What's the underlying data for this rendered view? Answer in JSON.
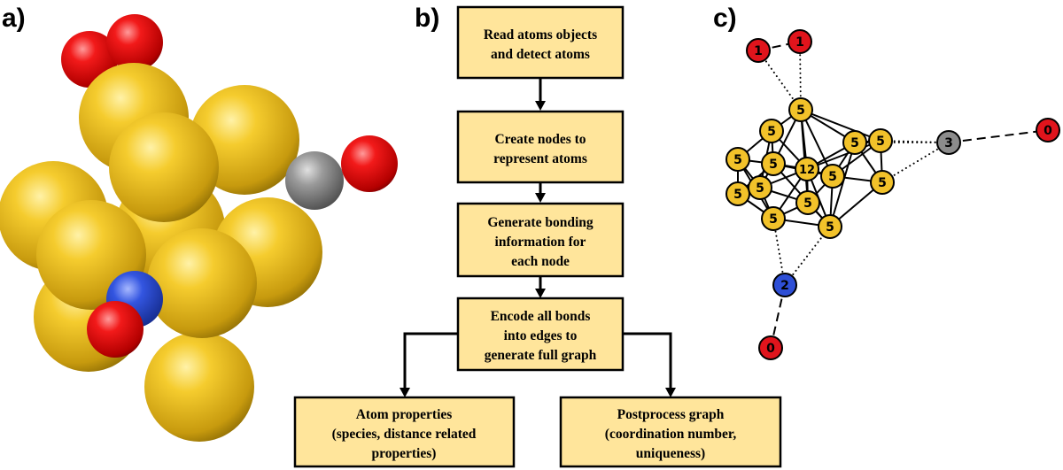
{
  "panels": {
    "a": "a)",
    "b": "b)",
    "c": "c)"
  },
  "colors": {
    "gold": "#f2c22a",
    "oxygen": "#e0141c",
    "carbon": "#8c8c8c",
    "nitrogen": "#2e4fd6",
    "box_fill": "#ffe59b",
    "box_border": "#000000"
  },
  "flowchart": {
    "steps": [
      {
        "id": "read",
        "lines": [
          "Read atoms objects",
          "and detect atoms"
        ]
      },
      {
        "id": "nodes",
        "lines": [
          "Create nodes to",
          "represent atoms"
        ]
      },
      {
        "id": "bonding",
        "lines": [
          "Generate bonding",
          "information for",
          "each node"
        ]
      },
      {
        "id": "encode",
        "lines": [
          "Encode all bonds",
          "into edges to",
          "generate full graph"
        ]
      },
      {
        "id": "atom-props",
        "lines": [
          "Atom properties",
          "(species, distance related",
          "properties)"
        ]
      },
      {
        "id": "postprocess",
        "lines": [
          "Postprocess graph",
          "(coordination number,",
          "uniqueness)"
        ]
      }
    ]
  },
  "graph": {
    "nodes": [
      {
        "id": "o1a",
        "label": "1",
        "species": "oxygen"
      },
      {
        "id": "o1b",
        "label": "1",
        "species": "oxygen"
      },
      {
        "id": "o0r",
        "label": "0",
        "species": "oxygen"
      },
      {
        "id": "o0b",
        "label": "0",
        "species": "oxygen"
      },
      {
        "id": "c3",
        "label": "3",
        "species": "carbon"
      },
      {
        "id": "n2",
        "label": "2",
        "species": "nitrogen"
      },
      {
        "id": "g12",
        "label": "12",
        "species": "gold"
      },
      {
        "id": "gt",
        "label": "5",
        "species": "gold"
      },
      {
        "id": "g1",
        "label": "5",
        "species": "gold"
      },
      {
        "id": "g2",
        "label": "5",
        "species": "gold"
      },
      {
        "id": "g3",
        "label": "5",
        "species": "gold"
      },
      {
        "id": "g4",
        "label": "5",
        "species": "gold"
      },
      {
        "id": "g5",
        "label": "5",
        "species": "gold"
      },
      {
        "id": "g6",
        "label": "5",
        "species": "gold"
      },
      {
        "id": "g7",
        "label": "5",
        "species": "gold"
      },
      {
        "id": "g8",
        "label": "5",
        "species": "gold"
      },
      {
        "id": "g9",
        "label": "5",
        "species": "gold"
      },
      {
        "id": "g10",
        "label": "5",
        "species": "gold"
      },
      {
        "id": "g11",
        "label": "5",
        "species": "gold"
      },
      {
        "id": "g13",
        "label": "5",
        "species": "gold"
      }
    ]
  }
}
